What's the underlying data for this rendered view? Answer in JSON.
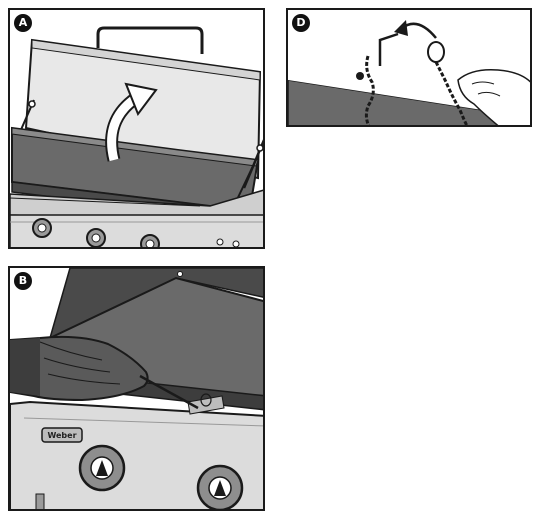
{
  "panels": [
    {
      "id": "A",
      "label": "A",
      "description": "lift-griddle-cover"
    },
    {
      "id": "D",
      "label": "D",
      "description": "hook-cable-to-bracket"
    },
    {
      "id": "B",
      "label": "B",
      "description": "gloved-hand-under-griddle"
    }
  ],
  "brand": {
    "logo_text": "Weber"
  },
  "icons": [
    "curved-arrow-icon",
    "hook-arrow-icon"
  ],
  "colors": {
    "outline": "#1a1a1a",
    "griddle_top": "#666666",
    "griddle_dark": "#3d3d3d",
    "lid": "#e6e6e6"
  }
}
